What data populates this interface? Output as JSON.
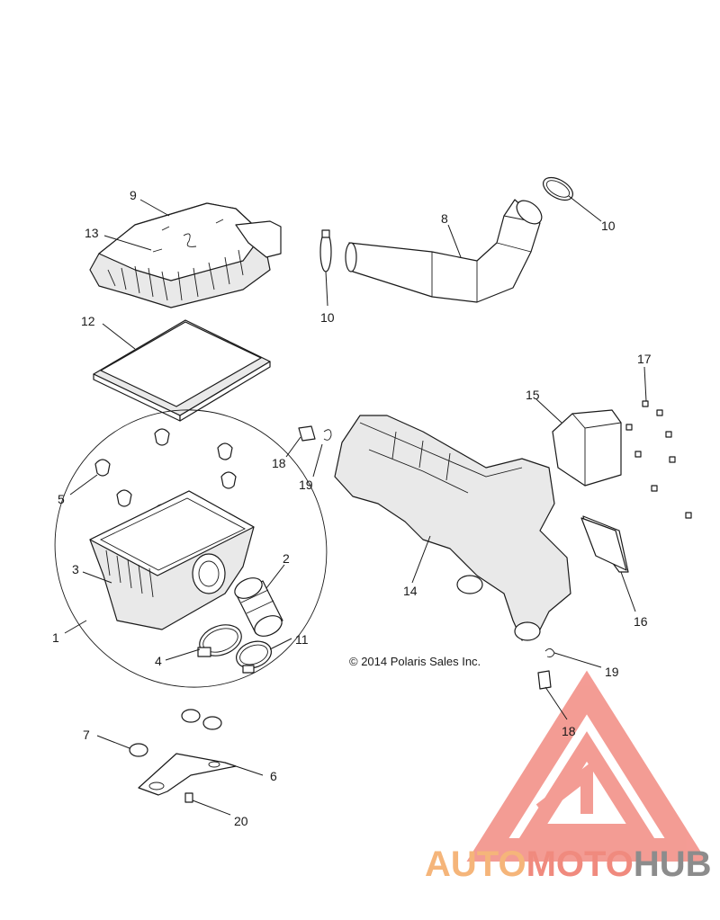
{
  "callouts": [
    {
      "id": "9",
      "label": "9"
    },
    {
      "id": "13",
      "label": "13"
    },
    {
      "id": "8",
      "label": "8"
    },
    {
      "id": "10a",
      "label": "10"
    },
    {
      "id": "10b",
      "label": "10"
    },
    {
      "id": "12",
      "label": "12"
    },
    {
      "id": "17",
      "label": "17"
    },
    {
      "id": "15",
      "label": "15"
    },
    {
      "id": "18a",
      "label": "18"
    },
    {
      "id": "19a",
      "label": "19"
    },
    {
      "id": "5",
      "label": "5"
    },
    {
      "id": "3",
      "label": "3"
    },
    {
      "id": "2",
      "label": "2"
    },
    {
      "id": "14",
      "label": "14"
    },
    {
      "id": "16",
      "label": "16"
    },
    {
      "id": "1",
      "label": "1"
    },
    {
      "id": "4",
      "label": "4"
    },
    {
      "id": "11",
      "label": "11"
    },
    {
      "id": "19b",
      "label": "19"
    },
    {
      "id": "18b",
      "label": "18"
    },
    {
      "id": "7",
      "label": "7"
    },
    {
      "id": "6",
      "label": "6"
    },
    {
      "id": "20",
      "label": "20"
    }
  ],
  "copyright": "© 2014 Polaris Sales Inc.",
  "watermark": {
    "part1": "AUTO",
    "part2": "MOTO",
    "part3": "HUB",
    "colors": {
      "auto": "#f5b57a",
      "moto": "#f08a7e",
      "hub": "#8c8c8c",
      "triangle": "#f28b82"
    }
  }
}
